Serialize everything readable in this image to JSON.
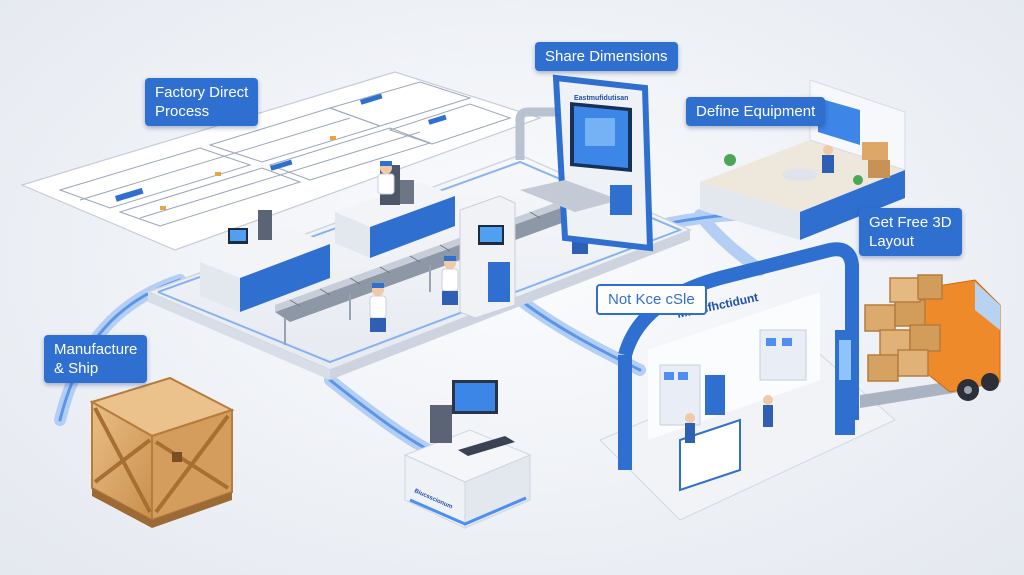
{
  "labels": {
    "factory_direct_process": "Factory Direct\nProcess",
    "share_dimensions": "Share Dimensions",
    "define_equipment": "Define Equipment",
    "get_free_3d_layout": "Get Free 3D\nLayout",
    "not_kce_csle": "Not Kce cSle",
    "manufacture_ship": "Manufacture\n& Ship"
  },
  "signage": {
    "booth_sign": "Manufhctidunt",
    "machine_screen_title": "Eastmufidutisan",
    "kiosk_plate": "Biucsscionum"
  },
  "colors": {
    "accent_blue": "#2f6fd0",
    "path_blue": "#8fb6ee",
    "crate_wood": "#d9a96a",
    "truck_orange": "#ef8a2a"
  }
}
